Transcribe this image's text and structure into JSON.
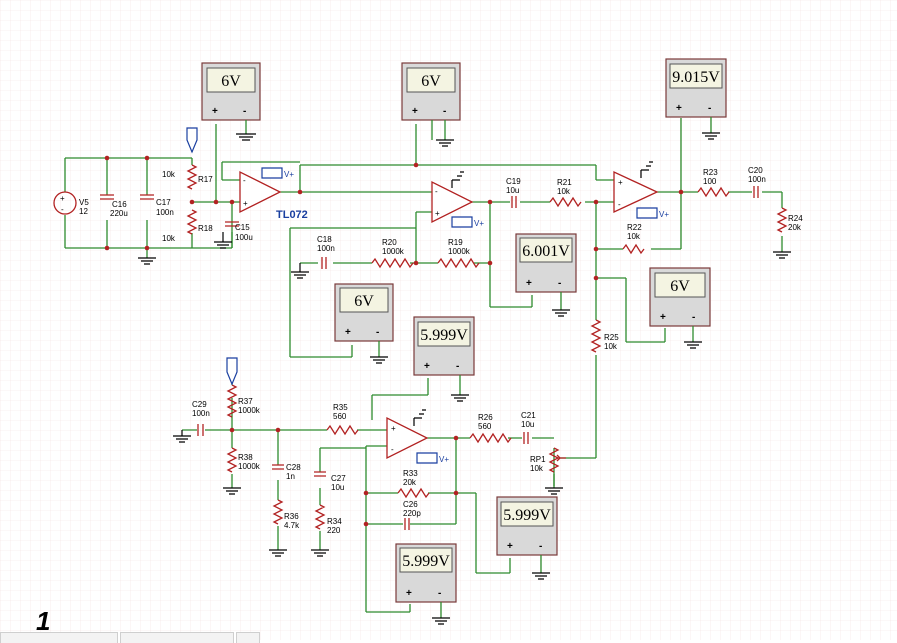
{
  "meters": {
    "m1": {
      "value": "6V"
    },
    "m2": {
      "value": "6V"
    },
    "m3": {
      "value": "9.015V"
    },
    "m4": {
      "value": "6.001V"
    },
    "m5": {
      "value": "6V"
    },
    "m6": {
      "value": "6V"
    },
    "m7": {
      "value": "5.999V"
    },
    "m8": {
      "value": "5.999V"
    },
    "m9": {
      "value": "5.999V"
    },
    "plus": "+",
    "minus": "-"
  },
  "components": {
    "V5": {
      "name": "V5",
      "value": "12"
    },
    "C16": {
      "name": "C16",
      "value": "220u"
    },
    "C17": {
      "name": "C17",
      "value": "100n"
    },
    "R17": {
      "name": "R17",
      "value": "10k"
    },
    "R18": {
      "name": "R18",
      "value": "10k"
    },
    "C15": {
      "name": "C15",
      "value": "100u"
    },
    "TL072": {
      "name": "TL072"
    },
    "C19": {
      "name": "C19",
      "value": "10u"
    },
    "R21": {
      "name": "R21",
      "value": "10k"
    },
    "R23": {
      "name": "R23",
      "value": "100"
    },
    "C20": {
      "name": "C20",
      "value": "100n"
    },
    "R24": {
      "name": "R24",
      "value": "20k"
    },
    "R22": {
      "name": "R22",
      "value": "10k"
    },
    "C18": {
      "name": "C18",
      "value": "100n"
    },
    "R20": {
      "name": "R20",
      "value": "1000k"
    },
    "R19": {
      "name": "R19",
      "value": "1000k"
    },
    "R25": {
      "name": "R25",
      "value": "10k"
    },
    "C29": {
      "name": "C29",
      "value": "100n"
    },
    "R37": {
      "name": "R37",
      "value": "1000k"
    },
    "R38": {
      "name": "R38",
      "value": "1000k"
    },
    "C28": {
      "name": "C28",
      "value": "1n"
    },
    "R36": {
      "name": "R36",
      "value": "4.7k"
    },
    "R35": {
      "name": "R35",
      "value": "560"
    },
    "C27": {
      "name": "C27",
      "value": "10u"
    },
    "R34": {
      "name": "R34",
      "value": "220"
    },
    "R26": {
      "name": "R26",
      "value": "560"
    },
    "C21": {
      "name": "C21",
      "value": "10u"
    },
    "RP1": {
      "name": "RP1",
      "value": "10k"
    },
    "R33": {
      "name": "R33",
      "value": "20k"
    },
    "C26": {
      "name": "C26",
      "value": "220p"
    }
  },
  "probe": {
    "label": "V+"
  },
  "page": {
    "number": "1"
  }
}
